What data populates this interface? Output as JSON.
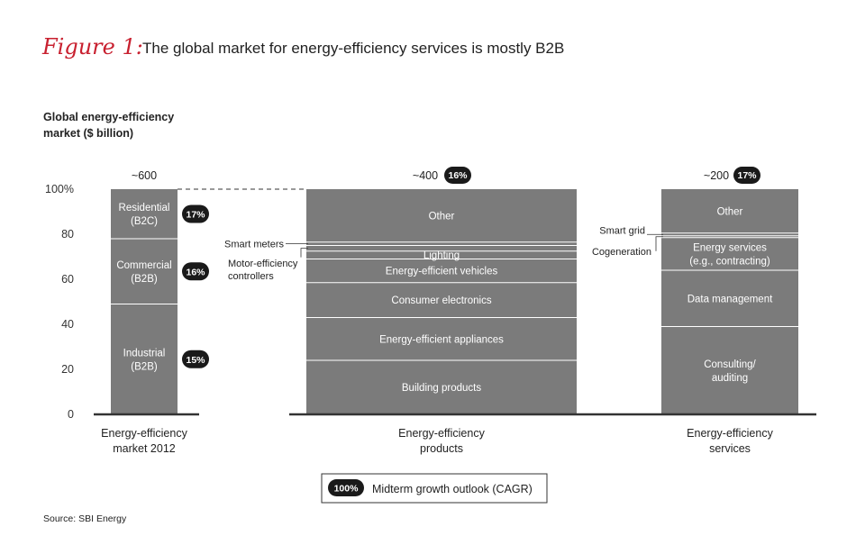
{
  "figure_label": "Figure 1:",
  "chart_data": {
    "type": "bar",
    "title": "The global market for energy-efficiency services is mostly B2B",
    "ylabel": [
      "Global energy-efficiency",
      "market ($ billion)"
    ],
    "y_ticks": [
      "100%",
      "80",
      "60",
      "40",
      "20",
      "0"
    ],
    "ylim": [
      0,
      100
    ],
    "bars": [
      {
        "category": [
          "Energy-efficiency",
          "market 2012"
        ],
        "total": "~600",
        "cagr": null,
        "segments": [
          {
            "label": [
              "Industrial",
              "(B2B)"
            ],
            "value": 49,
            "cagr": "15%"
          },
          {
            "label": [
              "Commercial",
              "(B2B)"
            ],
            "value": 29,
            "cagr": "16%"
          },
          {
            "label": [
              "Residential",
              "(B2C)"
            ],
            "value": 22,
            "cagr": "17%"
          }
        ]
      },
      {
        "category": [
          "Energy-efficiency",
          "products"
        ],
        "total": "~400",
        "cagr": "16%",
        "segments": [
          {
            "label": [
              "Building products"
            ],
            "value": 24
          },
          {
            "label": [
              "Energy-efficient appliances"
            ],
            "value": 19
          },
          {
            "label": [
              "Consumer electronics"
            ],
            "value": 15.5
          },
          {
            "label": [
              "Energy-efficient vehicles"
            ],
            "value": 10.5
          },
          {
            "label": [
              "Lighting"
            ],
            "value": 3.5
          },
          {
            "label": [
              "Motor-efficiency",
              "controllers"
            ],
            "value": 2.5,
            "callout": true
          },
          {
            "label": [
              "Smart meters"
            ],
            "value": 1.5,
            "callout": true
          },
          {
            "label": [
              "Other"
            ],
            "value": 23.5
          }
        ]
      },
      {
        "category": [
          "Energy-efficiency",
          "services"
        ],
        "total": "~200",
        "cagr": "17%",
        "segments": [
          {
            "label": [
              "Consulting/",
              "auditing"
            ],
            "value": 39
          },
          {
            "label": [
              "Data management"
            ],
            "value": 25
          },
          {
            "label": [
              "Energy services",
              "(e.g., contracting)"
            ],
            "value": 14.5
          },
          {
            "label": [
              "Cogeneration"
            ],
            "value": 0.8,
            "callout": true
          },
          {
            "label": [
              "Smart grid"
            ],
            "value": 1.2,
            "callout": true
          },
          {
            "label": [
              "Other"
            ],
            "value": 19.5
          }
        ]
      }
    ],
    "legend": {
      "badge": "100%",
      "text": "Midterm growth outlook (CAGR)"
    },
    "colors": {
      "bar": "#7b7b7b",
      "badge": "#1a1a1a",
      "divider": "#ffffff",
      "title_accent": "#c8202f"
    }
  },
  "source": "Source: SBI Energy"
}
